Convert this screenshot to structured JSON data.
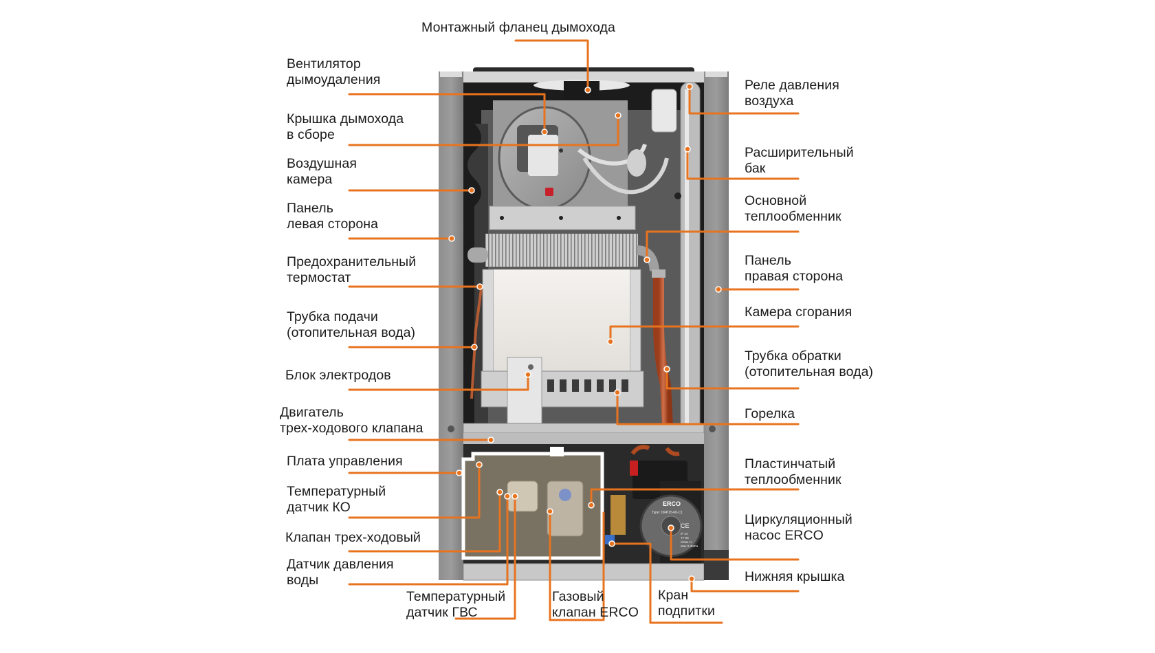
{
  "diagram": {
    "subject": "Gas boiler internal components (cutaway view)",
    "accent_color": "#e8731f",
    "labels": {
      "top": [
        {
          "id": "flue-flange",
          "text": "Монтажный фланец дымохода"
        }
      ],
      "left": [
        {
          "id": "exhaust-fan",
          "line1": "Вентилятор",
          "line2": "дымоудаления"
        },
        {
          "id": "flue-cover",
          "line1": "Крышка дымохода",
          "line2": "в сборе"
        },
        {
          "id": "air-chamber",
          "line1": "Воздушная",
          "line2": "камера"
        },
        {
          "id": "left-panel",
          "line1": "Панель",
          "line2": "левая сторона"
        },
        {
          "id": "safety-thermostat",
          "line1": "Предохранительный",
          "line2": "термостат"
        },
        {
          "id": "supply-pipe",
          "line1": "Трубка подачи",
          "line2": "(отопительная вода)"
        },
        {
          "id": "electrode-block",
          "line1": "Блок электродов",
          "line2": ""
        },
        {
          "id": "three-way-motor",
          "line1": "Двигатель",
          "line2": "трех-ходового клапана"
        },
        {
          "id": "control-board",
          "line1": "Плата управления",
          "line2": ""
        },
        {
          "id": "temp-sensor-ch",
          "line1": "Температурный",
          "line2": "датчик КО"
        },
        {
          "id": "three-way-valve",
          "line1": "Клапан трех-ходовый",
          "line2": ""
        },
        {
          "id": "water-pressure-sensor",
          "line1": "Датчик давления",
          "line2": "воды"
        }
      ],
      "right": [
        {
          "id": "air-pressure-relay",
          "line1": "Реле давления",
          "line2": "воздуха"
        },
        {
          "id": "expansion-tank",
          "line1": "Расширительный",
          "line2": "бак"
        },
        {
          "id": "main-heat-exchanger",
          "line1": "Основной",
          "line2": "теплообменник"
        },
        {
          "id": "right-panel",
          "line1": "Панель",
          "line2": "правая сторона"
        },
        {
          "id": "combustion-chamber",
          "line1": "Камера сгорания",
          "line2": ""
        },
        {
          "id": "return-pipe",
          "line1": "Трубка обратки",
          "line2": "(отопительная вода)"
        },
        {
          "id": "burner",
          "line1": "Горелка",
          "line2": ""
        },
        {
          "id": "plate-heat-exchanger",
          "line1": "Пластинчатый",
          "line2": "теплообменник"
        },
        {
          "id": "circulation-pump",
          "line1": "Циркуляционный",
          "line2": "насос ERCO"
        },
        {
          "id": "bottom-cover",
          "line1": "Нижняя крышка",
          "line2": ""
        }
      ],
      "bottom": [
        {
          "id": "temp-sensor-dhw",
          "line1": "Температурный",
          "line2": "датчик ГВС"
        },
        {
          "id": "gas-valve",
          "line1": "Газовый",
          "line2": "клапан ERCO"
        },
        {
          "id": "makeup-tap",
          "line1": "Кран",
          "line2": "подпитки"
        }
      ]
    },
    "pump_face": {
      "brand": "ERCO",
      "type": "Type: DRP15-60-C1",
      "mark": "CE",
      "specs": [
        "IP 44",
        "TF 95",
        "Class H",
        "Max 0,3MPa"
      ]
    }
  }
}
